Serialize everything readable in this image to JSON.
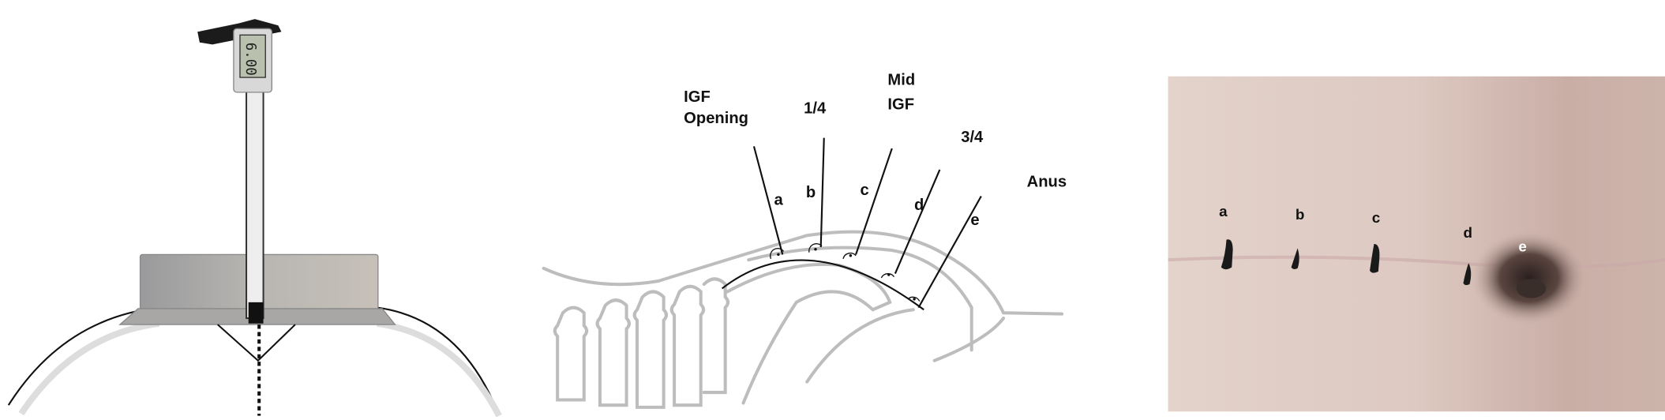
{
  "panel_device": {
    "caliper_reading": "6.00"
  },
  "panel_diagram": {
    "labels": [
      "IGF",
      "Opening",
      "1/4",
      "Mid",
      "IGF",
      "3/4",
      "Anus"
    ],
    "points": [
      "a",
      "b",
      "c",
      "d",
      "e"
    ]
  },
  "panel_photo": {
    "points": [
      "a",
      "b",
      "c",
      "d",
      "e"
    ]
  },
  "colors": {
    "skin": "#dcc8bf",
    "marker": "#1a1a1a",
    "anatomy_outline": "#bdbdbd"
  }
}
